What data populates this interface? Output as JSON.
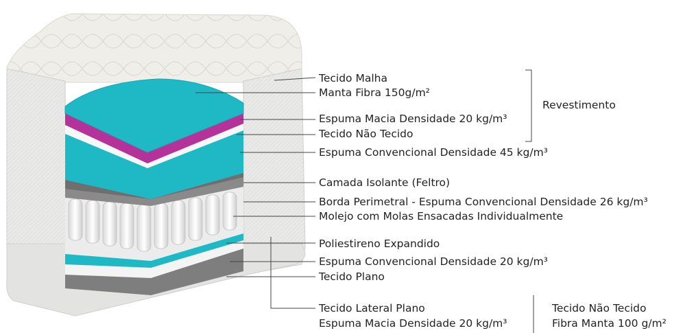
{
  "labels": {
    "tecido_malha": "Tecido Malha",
    "manta_fibra": "Manta Fibra 150g/m²",
    "espuma_macia_top": "Espuma Macia Densidade 20 kg/m³",
    "tecido_nao_tecido_top": "Tecido Não Tecido",
    "espuma_conv_45": "Espuma Convencional Densidade 45 kg/m³",
    "camada_isolante": "Camada Isolante (Feltro)",
    "borda_perimetral": "Borda Perimetral - Espuma Convencional Densidade 26 kg/m³",
    "molejo": "Molejo com Molas Ensacadas Individualmente",
    "poliestireno": "Poliestireno Expandido",
    "espuma_conv_20": "Espuma Convencional Densidade 20 kg/m³",
    "tecido_plano": "Tecido Plano",
    "tecido_lateral_plano": "Tecido Lateral Plano",
    "espuma_macia_bottom": "Espuma Macia Densidade 20 kg/m³",
    "tecido_nao_tecido_bottom": "Tecido Não Tecido",
    "fibra_manta_100": "Fibra Manta 100 g/m²"
  },
  "group": {
    "revestimento": "Revestimento"
  },
  "colors": {
    "teal": "#1fb9c6",
    "magenta": "#b5329a",
    "grey_band": "#8a8a8a",
    "quilt": "#efeee9",
    "side": "#e6e6e4"
  }
}
